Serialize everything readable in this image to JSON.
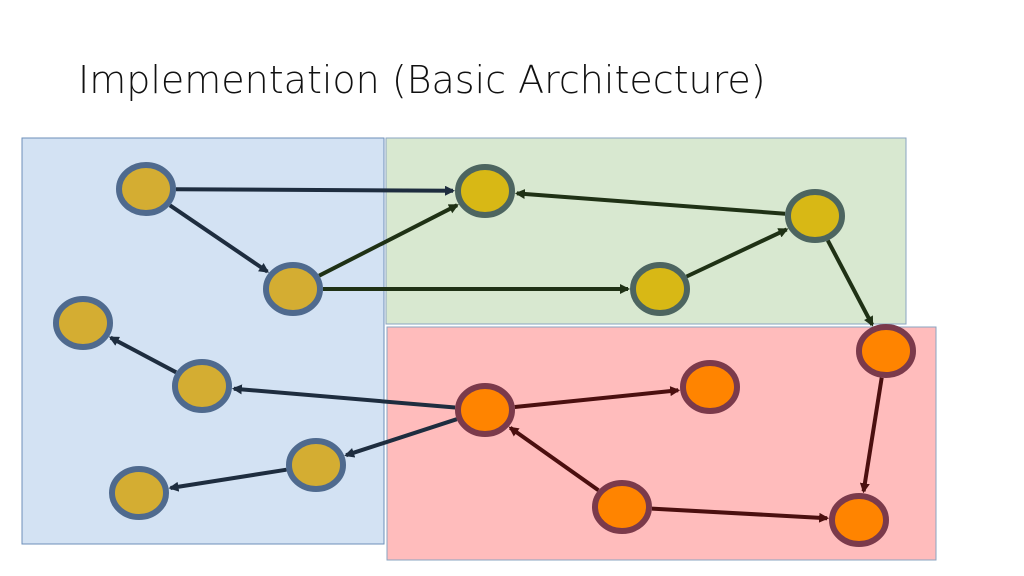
{
  "title": "Implementation (Basic Architecture)",
  "colors": {
    "region_blue_fill": "#d3e2f3",
    "region_blue_stroke": "#6d8fb9",
    "region_green_fill": "#d8e8d0",
    "region_green_stroke": "#8aa4c2",
    "region_red_fill": "#ffbcbc",
    "region_red_stroke": "#8aa4c2",
    "node_blue_fill": "#d4ad32",
    "node_blue_stroke": "#4f6a8e",
    "node_green_fill": "#d8b815",
    "node_green_stroke": "#4d6560",
    "node_red_fill": "#ff8400",
    "node_red_stroke": "#7b3a4b",
    "edge_blue": "#1e2d3f",
    "edge_green": "#1f3115",
    "edge_red": "#4b0f0f"
  },
  "nodes": [
    {
      "id": "b1",
      "group": "blue"
    },
    {
      "id": "b2",
      "group": "blue"
    },
    {
      "id": "b3",
      "group": "blue"
    },
    {
      "id": "b4",
      "group": "blue"
    },
    {
      "id": "b5",
      "group": "blue"
    },
    {
      "id": "b6",
      "group": "blue"
    },
    {
      "id": "g1",
      "group": "green"
    },
    {
      "id": "g2",
      "group": "green"
    },
    {
      "id": "g3",
      "group": "green"
    },
    {
      "id": "r1",
      "group": "red"
    },
    {
      "id": "r2",
      "group": "red"
    },
    {
      "id": "r3",
      "group": "red"
    },
    {
      "id": "r4",
      "group": "red"
    },
    {
      "id": "r5",
      "group": "red"
    }
  ],
  "edges": [
    {
      "from": "b1",
      "to": "g1",
      "color": "blue"
    },
    {
      "from": "b1",
      "to": "b2",
      "color": "blue"
    },
    {
      "from": "b2",
      "to": "g1",
      "color": "green"
    },
    {
      "from": "b2",
      "to": "g2",
      "color": "green"
    },
    {
      "from": "g2",
      "to": "g3",
      "color": "green"
    },
    {
      "from": "g3",
      "to": "g1",
      "color": "green"
    },
    {
      "from": "g3",
      "to": "r1",
      "color": "green"
    },
    {
      "from": "r1",
      "to": "r4",
      "color": "red"
    },
    {
      "from": "r3",
      "to": "r4",
      "color": "red"
    },
    {
      "from": "r3",
      "to": "r2",
      "color": "red"
    },
    {
      "from": "r2",
      "to": "r5",
      "color": "red"
    },
    {
      "from": "r2",
      "to": "b4",
      "color": "blue"
    },
    {
      "from": "r2",
      "to": "b5",
      "color": "blue"
    },
    {
      "from": "b4",
      "to": "b3",
      "color": "blue"
    },
    {
      "from": "b5",
      "to": "b6",
      "color": "blue"
    }
  ]
}
